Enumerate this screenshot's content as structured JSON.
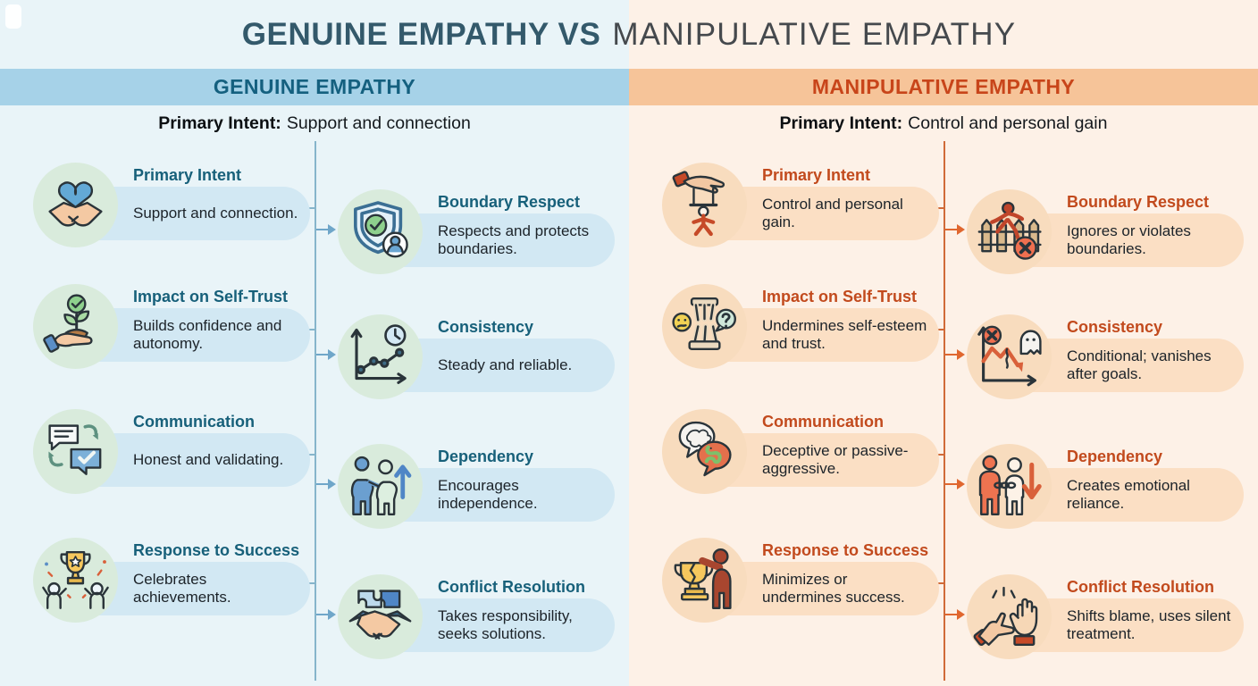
{
  "title": {
    "left": "GENUINE EMPATHY VS",
    "right": "MANIPULATIVE EMPATHY"
  },
  "columns": [
    {
      "id": "genuine",
      "header": "GENUINE EMPATHY",
      "subtitle_label": "Primary Intent:",
      "subtitle_value": "Support and connection",
      "accent_color": "#17607a",
      "band_color": "#a6d2e8",
      "bubble_color": "#d2e8f3",
      "line_color": "#86b5cb",
      "items": [
        {
          "icon": "handshake-heart-icon",
          "title": "Primary Intent",
          "body": "Support and connection."
        },
        {
          "icon": "growth-hand-icon",
          "title": "Impact on Self-Trust",
          "body": "Builds confidence and autonomy."
        },
        {
          "icon": "chat-bubbles-icon",
          "title": "Communication",
          "body": "Honest and validating."
        },
        {
          "icon": "trophy-celebration-icon",
          "title": "Response to Success",
          "body": "Celebrates achievements."
        },
        {
          "icon": "shield-check-icon",
          "title": "Boundary Respect",
          "body": "Respects and protects boundaries."
        },
        {
          "icon": "steady-chart-icon",
          "title": "Consistency",
          "body": "Steady and reliable."
        },
        {
          "icon": "support-people-icon",
          "title": "Dependency",
          "body": "Encourages independence."
        },
        {
          "icon": "handshake-puzzle-icon",
          "title": "Conflict Resolution",
          "body": "Takes responsibility, seeks solutions."
        }
      ]
    },
    {
      "id": "manipulative",
      "header": "MANIPULATIVE EMPATHY",
      "subtitle_label": "Primary Intent:",
      "subtitle_value": "Control and personal gain",
      "accent_color": "#c24a1d",
      "band_color": "#f6c499",
      "bubble_color": "#fbdfc4",
      "line_color": "#d06a38",
      "items": [
        {
          "icon": "puppet-hand-icon",
          "title": "Primary Intent",
          "body": "Control and personal gain."
        },
        {
          "icon": "crumbling-pillar-icon",
          "title": "Impact on Self-Trust",
          "body": "Undermines self-esteem and trust."
        },
        {
          "icon": "snake-bubble-icon",
          "title": "Communication",
          "body": "Deceptive or passive-aggressive."
        },
        {
          "icon": "broken-trophy-icon",
          "title": "Response to Success",
          "body": "Minimizes or undermines success."
        },
        {
          "icon": "fence-violation-icon",
          "title": "Boundary Respect",
          "body": "Ignores or violates boundaries."
        },
        {
          "icon": "erratic-chart-icon",
          "title": "Consistency",
          "body": "Conditional; vanishes after goals."
        },
        {
          "icon": "chained-people-icon",
          "title": "Dependency",
          "body": "Creates emotional reliance."
        },
        {
          "icon": "blame-hands-icon",
          "title": "Conflict Resolution",
          "body": "Shifts blame, uses silent treatment."
        }
      ]
    }
  ]
}
